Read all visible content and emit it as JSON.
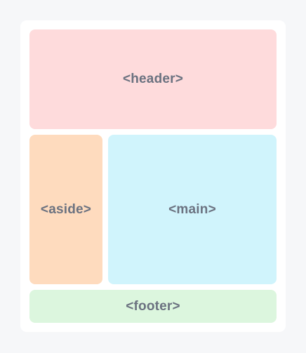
{
  "layout": {
    "header": {
      "label": "<header>",
      "color": "#fedbdc"
    },
    "aside": {
      "label": "<aside>",
      "color": "#fedbbe"
    },
    "main": {
      "label": "<main>",
      "color": "#d0f4fc"
    },
    "footer": {
      "label": "<footer>",
      "color": "#dcf6de"
    }
  },
  "text_color": "#6b7280",
  "background_color": "#f6f7f9",
  "card_color": "#ffffff"
}
